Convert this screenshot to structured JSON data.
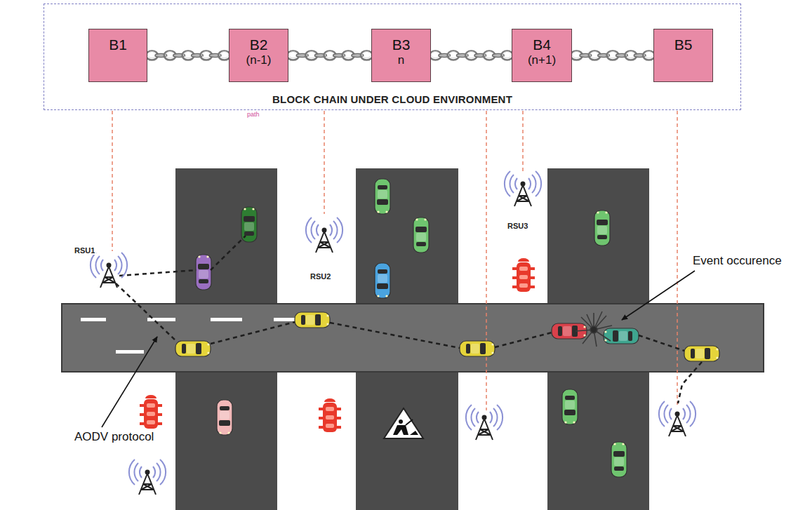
{
  "diagram": {
    "nodes": [
      {
        "text": [
          "BLOCK CHAIN UNDER CLOUD ENVIRONMENT"
        ]
      },
      {
        "text": [
          "B1"
        ],
        "in": 0
      },
      {
        "text": [
          "B2",
          "(n-1)"
        ],
        "in": 0
      },
      {
        "text": [
          "B3",
          "n"
        ],
        "in": 0
      },
      {
        "text": [
          "B4",
          "(n+1)"
        ],
        "in": 0
      },
      {
        "text": [
          "B5"
        ],
        "in": 0
      }
    ],
    "edges": [
      {
        "from": 1,
        "to": 2,
        "arrow": "none"
      },
      {
        "from": 2,
        "to": 3,
        "arrow": "none"
      },
      {
        "from": 3,
        "to": 4,
        "arrow": "none"
      },
      {
        "from": 4,
        "to": 5,
        "arrow": "none"
      }
    ],
    "labels": [
      "path",
      "RSU1",
      "RSU2",
      "RSU3",
      "Event occurence",
      "AODV protocol"
    ]
  }
}
